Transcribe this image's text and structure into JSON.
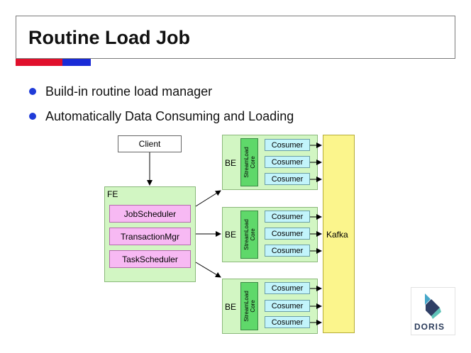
{
  "slide": {
    "title": "Routine Load Job",
    "bullets": [
      "Build-in routine load manager",
      "Automatically Data Consuming and Loading"
    ]
  },
  "diagram": {
    "client": "Client",
    "fe": {
      "label": "FE",
      "modules": [
        "JobScheduler",
        "TransactionMgr",
        "TaskScheduler"
      ]
    },
    "be_nodes": [
      {
        "label": "BE",
        "core": "StreamLoad\nCore",
        "consumers": [
          "Cosumer",
          "Cosumer",
          "Cosumer"
        ]
      },
      {
        "label": "BE",
        "core": "StreamLoad\nCore",
        "consumers": [
          "Cosumer",
          "Cosumer",
          "Cosumer"
        ]
      },
      {
        "label": "BE",
        "core": "StreamLoad\nCore",
        "consumers": [
          "Cosumer",
          "Cosumer",
          "Cosumer"
        ]
      }
    ],
    "kafka": "Kafka"
  },
  "logo": {
    "text": "DORIS",
    "colors": [
      "#47a7c9",
      "#2f3f66",
      "#5fc3b8"
    ]
  },
  "colors": {
    "accent_red": "#e0102c",
    "accent_blue": "#1a2bd6",
    "bullet": "#1f3bd8",
    "node_green": "#d2f6c3",
    "core_green": "#5fd86a",
    "module_pink": "#f7b9f3",
    "consumer_cyan": "#c2f4fb",
    "kafka_yellow": "#fbf58c"
  }
}
